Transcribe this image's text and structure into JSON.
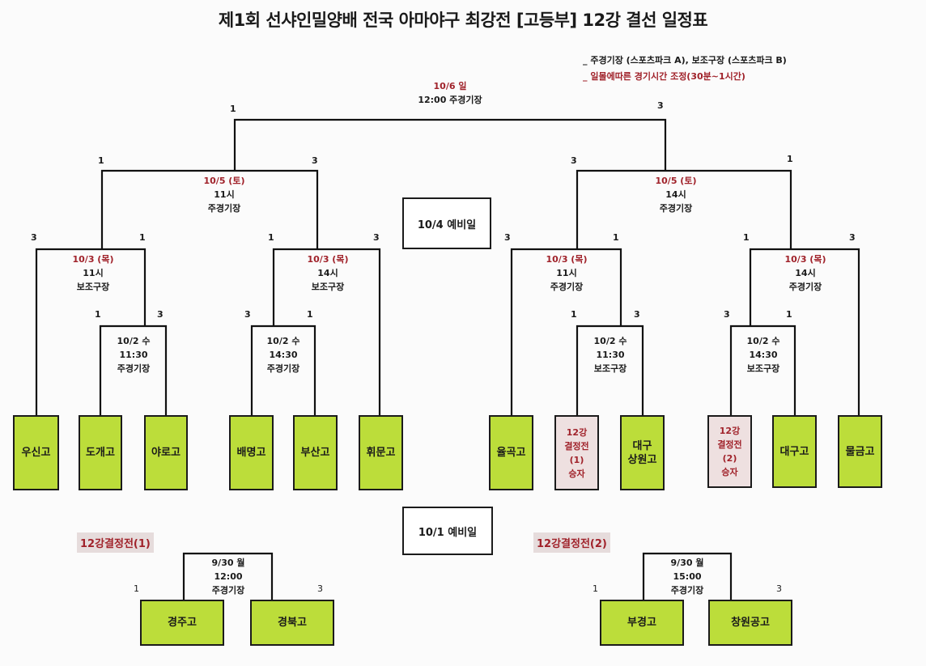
{
  "title": "제1회 선샤인밀양배 전국 아마야구 최강전 [고등부] 12강 결선 일정표",
  "notes": {
    "stadiums": "_ 주경기장 (스포츠파크 A), 보조구장 (스포츠파크 B)",
    "weather": "_ 일몰에따른 경기시간 조정(30분~1시간)"
  },
  "final": {
    "date": "10/6 일",
    "time": "12:00 주경기장",
    "seed_left": "1",
    "seed_right": "3"
  },
  "semis": [
    {
      "date": "10/5 (토)",
      "time": "11시",
      "venue": "주경기장",
      "seed_left": "1",
      "seed_right": "3"
    },
    {
      "date": "10/5 (토)",
      "time": "14시",
      "venue": "주경기장",
      "seed_left": "3",
      "seed_right": "1"
    }
  ],
  "quarters": [
    {
      "date": "10/3 (목)",
      "time": "11시",
      "venue": "보조구장",
      "seed_left": "3",
      "seed_right": "1"
    },
    {
      "date": "10/3 (목)",
      "time": "14시",
      "venue": "보조구장",
      "seed_left": "1",
      "seed_right": "3"
    },
    {
      "date": "10/3 (목)",
      "time": "11시",
      "venue": "주경기장",
      "seed_left": "3",
      "seed_right": "1"
    },
    {
      "date": "10/3 (목)",
      "time": "14시",
      "venue": "주경기장",
      "seed_left": "1",
      "seed_right": "3"
    }
  ],
  "round1": [
    {
      "date": "10/2 수",
      "time": "11:30",
      "venue": "주경기장",
      "seed_left": "1",
      "seed_right": "3"
    },
    {
      "date": "10/2 수",
      "time": "14:30",
      "venue": "주경기장",
      "seed_left": "3",
      "seed_right": "1"
    },
    {
      "date": "10/2 수",
      "time": "11:30",
      "venue": "보조구장",
      "seed_left": "1",
      "seed_right": "3"
    },
    {
      "date": "10/2 수",
      "time": "14:30",
      "venue": "보조구장",
      "seed_left": "3",
      "seed_right": "1"
    }
  ],
  "rest_days": {
    "oct4": "10/4 예비일",
    "oct1": "10/1 예비일"
  },
  "teams": [
    {
      "name": "우신고"
    },
    {
      "name": "도개고"
    },
    {
      "name": "야로고"
    },
    {
      "name": "배명고"
    },
    {
      "name": "부산고"
    },
    {
      "name": "휘문고"
    },
    {
      "name": "율곡고"
    },
    {
      "lines": [
        "12강",
        "결정전",
        "(1)",
        "승자"
      ]
    },
    {
      "lines": [
        "대구",
        "상원고"
      ]
    },
    {
      "lines": [
        "12강",
        "결정전",
        "(2)",
        "승자"
      ]
    },
    {
      "name": "대구고"
    },
    {
      "name": "물금고"
    }
  ],
  "qualifiers": [
    {
      "label": "12강결정전(1)",
      "date": "9/30 월",
      "time": "12:00",
      "venue": "주경기장",
      "seed_left": "1",
      "seed_right": "3",
      "team_left": "경주고",
      "team_right": "경북고"
    },
    {
      "label": "12강결정전(2)",
      "date": "9/30 월",
      "time": "15:00",
      "venue": "주경기장",
      "seed_left": "1",
      "seed_right": "3",
      "team_left": "부경고",
      "team_right": "창원공고"
    }
  ]
}
